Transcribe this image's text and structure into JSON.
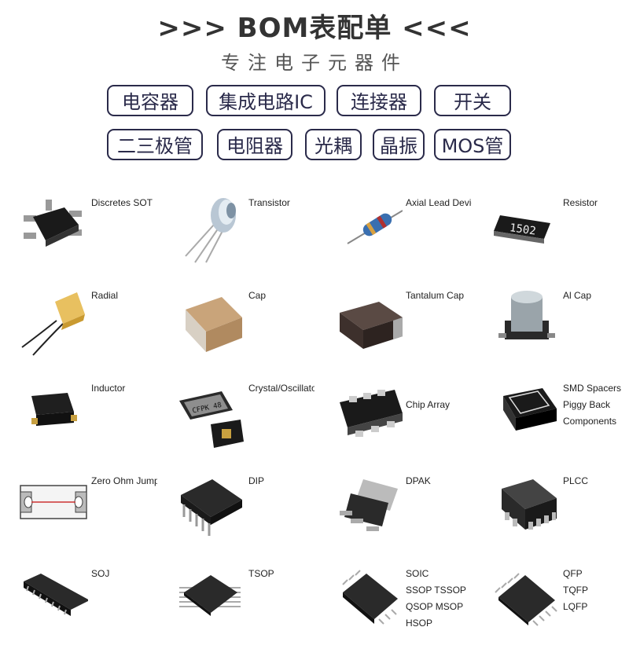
{
  "header": {
    "title": ">>> BOM表配单 <<<",
    "subtitle": "专注电子元器件"
  },
  "tags_row1": [
    "电容器",
    "集成电路IC",
    "连接器",
    "开关"
  ],
  "tags_row2": [
    "二三极管",
    "电阻器",
    "光耦",
    "晶振",
    "MOS管"
  ],
  "components": [
    {
      "lines": [
        "Discretes SOT"
      ],
      "icon": "sot-package-icon"
    },
    {
      "lines": [
        "Transistor"
      ],
      "icon": "transistor-icon"
    },
    {
      "lines": [
        "Axial Lead Device"
      ],
      "icon": "axial-lead-device-icon"
    },
    {
      "lines": [
        "Resistor"
      ],
      "icon": "smd-resistor-icon"
    },
    {
      "lines": [
        "Radial"
      ],
      "icon": "radial-capacitor-icon"
    },
    {
      "lines": [
        "Cap"
      ],
      "icon": "ceramic-cap-icon"
    },
    {
      "lines": [
        "Tantalum Cap"
      ],
      "icon": "tantalum-cap-icon"
    },
    {
      "lines": [
        "Al Cap"
      ],
      "icon": "aluminum-cap-icon"
    },
    {
      "lines": [
        "Inductor"
      ],
      "icon": "inductor-icon"
    },
    {
      "lines": [
        "Crystal/Oscillator"
      ],
      "icon": "crystal-oscillator-icon"
    },
    {
      "lines": [
        "Chip Array"
      ],
      "icon": "chip-array-icon"
    },
    {
      "lines": [
        "SMD Spacers",
        "Piggy Back",
        "Components"
      ],
      "icon": "smd-spacer-icon"
    },
    {
      "lines": [
        "Zero Ohm Jumper"
      ],
      "icon": "zero-ohm-jumper-icon"
    },
    {
      "lines": [
        "DIP"
      ],
      "icon": "dip-package-icon"
    },
    {
      "lines": [
        "DPAK"
      ],
      "icon": "dpak-package-icon"
    },
    {
      "lines": [
        "PLCC"
      ],
      "icon": "plcc-package-icon"
    },
    {
      "lines": [
        "SOJ"
      ],
      "icon": "soj-package-icon"
    },
    {
      "lines": [
        "TSOP"
      ],
      "icon": "tsop-package-icon"
    },
    {
      "lines": [
        "SOIC",
        "SSOP TSSOP",
        "QSOP MSOP",
        "HSOP"
      ],
      "icon": "soic-package-icon"
    },
    {
      "lines": [
        "QFP",
        "TQFP",
        "LQFP"
      ],
      "icon": "qfp-package-icon"
    }
  ]
}
